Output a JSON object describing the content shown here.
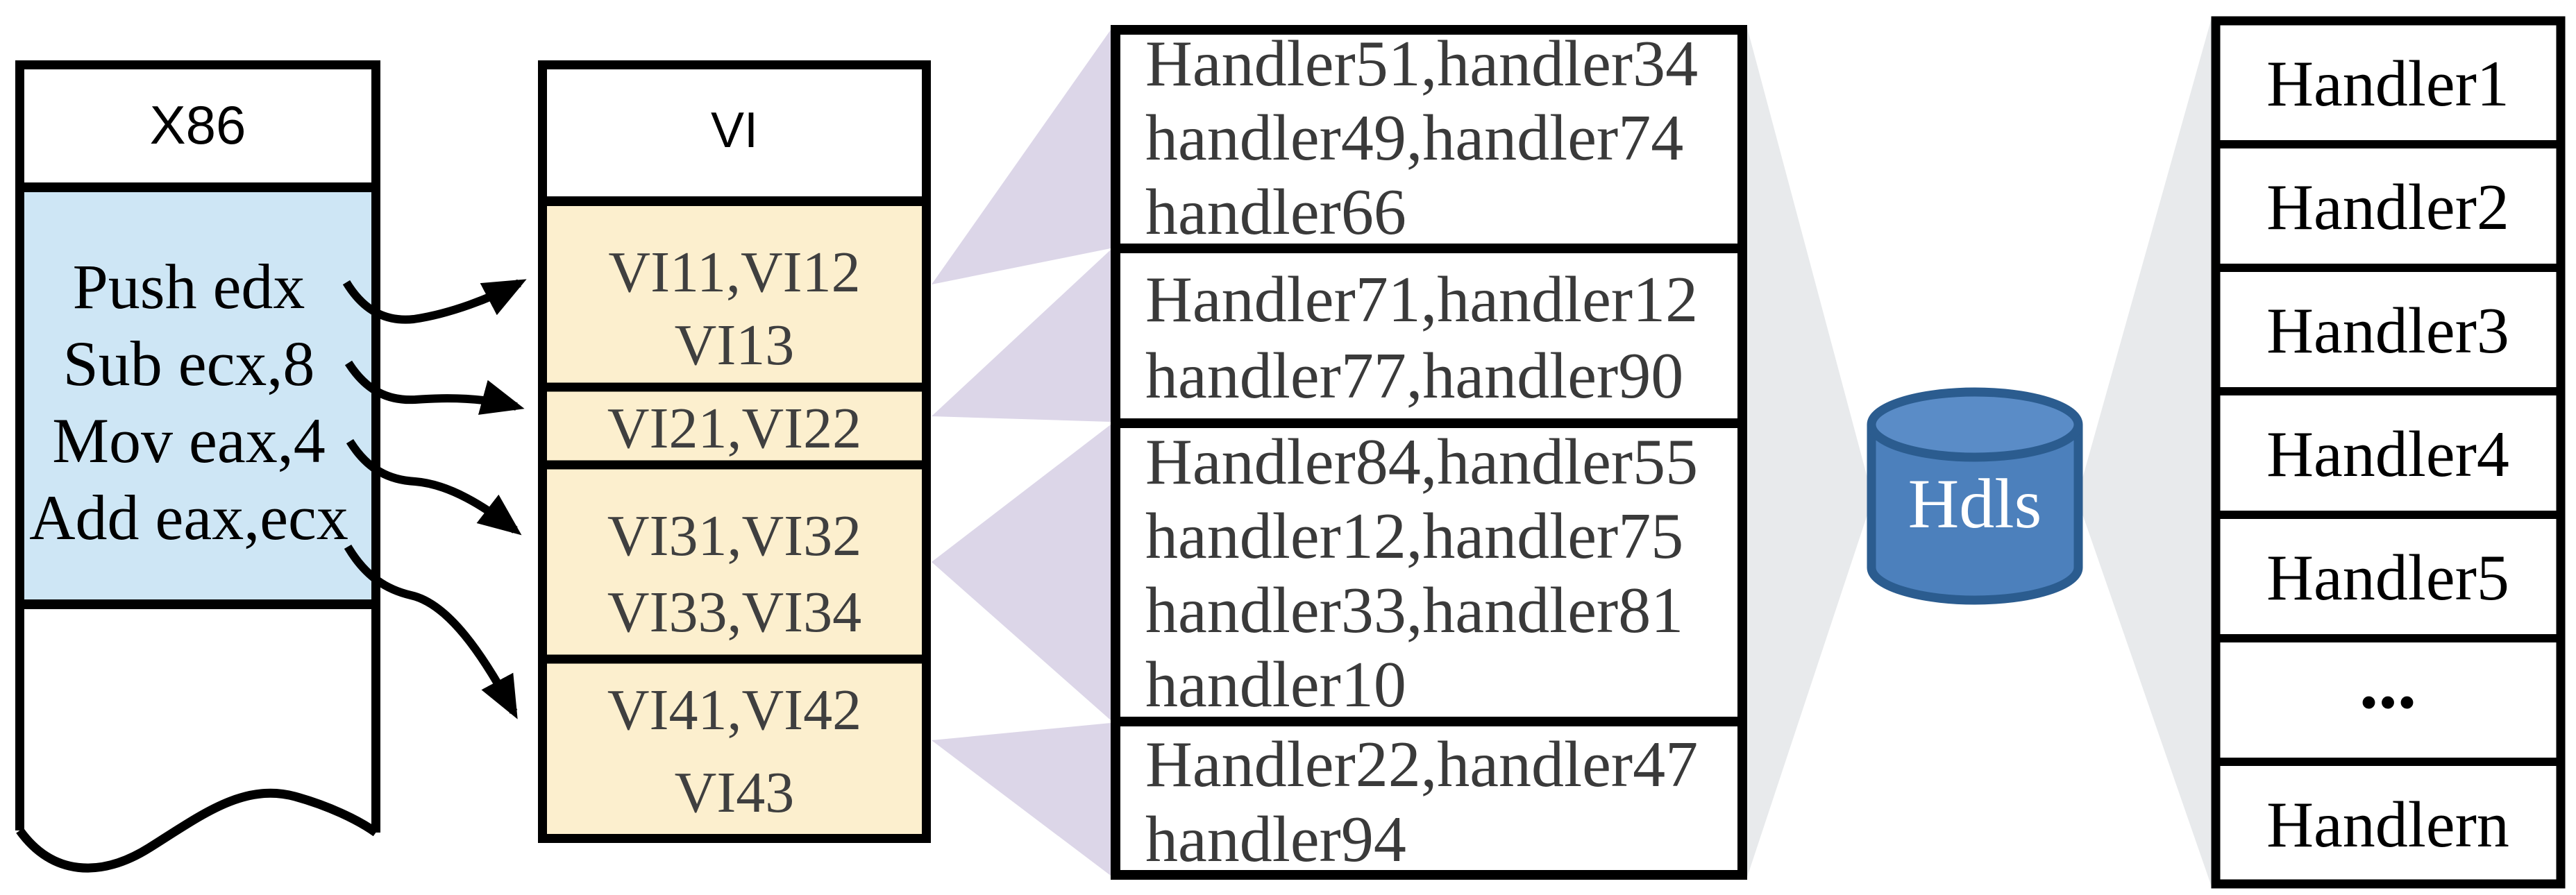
{
  "x86_box": {
    "title": "X86",
    "instructions": [
      "Push edx",
      "Sub ecx,8",
      "Mov eax,4",
      "Add eax,ecx"
    ]
  },
  "vi_box": {
    "title": "VI",
    "cells": [
      [
        "VI11,VI12",
        "VI13"
      ],
      [
        "VI21,VI22"
      ],
      [
        "VI31,VI32",
        "VI33,VI34"
      ],
      [
        "VI41,VI42",
        "VI43"
      ]
    ]
  },
  "handler_table": {
    "cells": [
      [
        "Handler51,handler34",
        "handler49,handler74",
        "handler66"
      ],
      [
        "Handler71,handler12",
        "handler77,handler90"
      ],
      [
        "Handler84,handler55",
        "handler12,handler75",
        "handler33,handler81",
        "handler10"
      ],
      [
        "Handler22,handler47",
        "handler94"
      ]
    ]
  },
  "database": {
    "label": "Hdls"
  },
  "handler_list": {
    "items": [
      "Handler1",
      "Handler2",
      "Handler3",
      "Handler4",
      "Handler5",
      "...",
      "Handlern"
    ]
  },
  "colors": {
    "x86_fill": "#CEE6F5",
    "vi_fill": "#FCEFCE",
    "fan_left": "#DCD6E8",
    "fan_right": "#E8EAEC",
    "db_fill": "#4C80BC",
    "db_top": "#5A8CC7",
    "db_stroke": "#2B5C8F"
  }
}
